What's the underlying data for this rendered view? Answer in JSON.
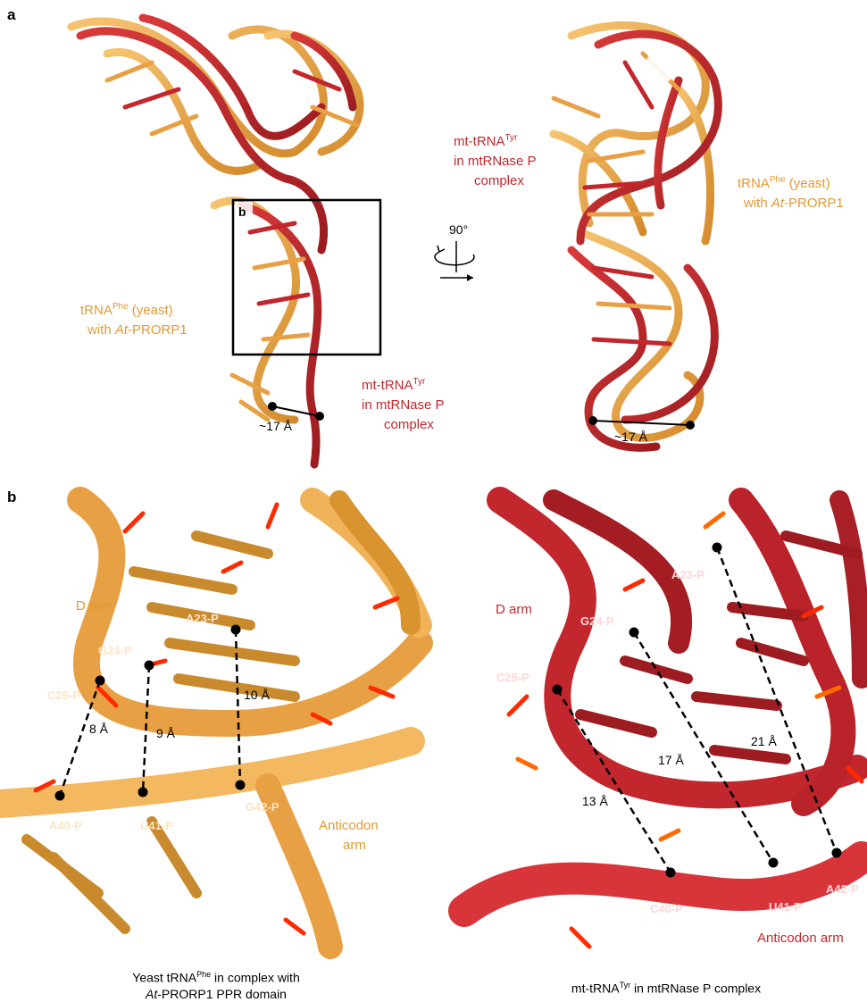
{
  "panel_a": {
    "letter": "a",
    "inset_letter": "b",
    "left_orange_label": {
      "pre": "tRNA",
      "sup": "Phe",
      "post": " (yeast)",
      "line2_italic": "At",
      "line2_rest": "-PRORP1"
    },
    "left_red_label": {
      "pre": "mt-tRNA",
      "sup": "Tyr",
      "line2": "in mtRNase P",
      "line3": "complex"
    },
    "left_distance": "~17 Å",
    "rotation": "90°",
    "right_red_label": {
      "pre": "mt-tRNA",
      "sup": "Tyr",
      "line2": "in mtRNase P",
      "line3": "complex"
    },
    "right_orange_label": {
      "pre": "tRNA",
      "sup": "Phe",
      "post": " (yeast)",
      "line2_pre": "with ",
      "line2_italic": "At",
      "line2_rest": "-PRORP1"
    },
    "right_distance": "~17 Å",
    "colors": {
      "orange": "#e8a044",
      "red": "#c1272d"
    }
  },
  "panel_b": {
    "letter": "b",
    "left": {
      "d_arm": "D arm",
      "anticodon": [
        "Anticodon",
        "arm"
      ],
      "residues": [
        "A23-P",
        "G24-P",
        "C25-P",
        "A40-P",
        "U41-P",
        "G42-P"
      ],
      "distances": [
        "8 Å",
        "9 Å",
        "10 Å"
      ],
      "caption": {
        "pre": "Yeast tRNA",
        "sup": "Phe",
        "post": " in complex with",
        "line2_italic": "At",
        "line2_rest": "-PRORP1 PPR domain"
      }
    },
    "right": {
      "d_arm": "D arm",
      "anticodon": "Anticodon arm",
      "residues": [
        "A23-P",
        "G24-P",
        "C25-P",
        "C40-P",
        "U41-P",
        "A42-P"
      ],
      "distances": [
        "13 Å",
        "17 Å",
        "21 Å"
      ],
      "caption": {
        "pre": "mt-tRNA",
        "sup": "Tyr",
        "post": " in mtRNase P complex"
      }
    }
  }
}
